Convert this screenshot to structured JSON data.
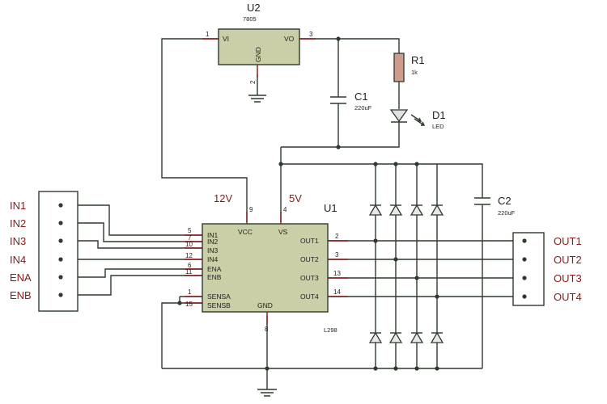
{
  "regulator": {
    "ref": "U2",
    "part": "7805",
    "pin_vi": "VI",
    "pin_vo": "VO",
    "pin_gnd": "GND",
    "pin1": "1",
    "pin2": "2",
    "pin3": "3"
  },
  "r1": {
    "ref": "R1",
    "value": "1k"
  },
  "c1": {
    "ref": "C1",
    "value": "220uF"
  },
  "d1": {
    "ref": "D1",
    "value": "LED"
  },
  "c2": {
    "ref": "C2",
    "value": "220uF"
  },
  "driver": {
    "ref": "U1",
    "part": "L298",
    "left_pins": [
      {
        "name": "IN1",
        "num": "5"
      },
      {
        "name": "IN2",
        "num": "7"
      },
      {
        "name": "IN3",
        "num": "10"
      },
      {
        "name": "IN4",
        "num": "12"
      },
      {
        "name": "ENA",
        "num": "6"
      },
      {
        "name": "ENB",
        "num": "11"
      }
    ],
    "sense_pins": [
      {
        "name": "SENSA",
        "num": "1"
      },
      {
        "name": "SENSB",
        "num": "15"
      }
    ],
    "right_pins": [
      {
        "name": "OUT1",
        "num": "2"
      },
      {
        "name": "OUT2",
        "num": "3"
      },
      {
        "name": "OUT3",
        "num": "13"
      },
      {
        "name": "OUT4",
        "num": "14"
      }
    ],
    "vcc": "VCC",
    "vcc_num": "9",
    "vs": "VS",
    "vs_num": "4",
    "gnd": "GND",
    "gnd_num": "8",
    "vcc_label": "12V",
    "vs_label": "5V"
  },
  "inputs": [
    "IN1",
    "IN2",
    "IN3",
    "IN4",
    "ENA",
    "ENB"
  ],
  "outputs": [
    "OUT1",
    "OUT2",
    "OUT3",
    "OUT4"
  ]
}
